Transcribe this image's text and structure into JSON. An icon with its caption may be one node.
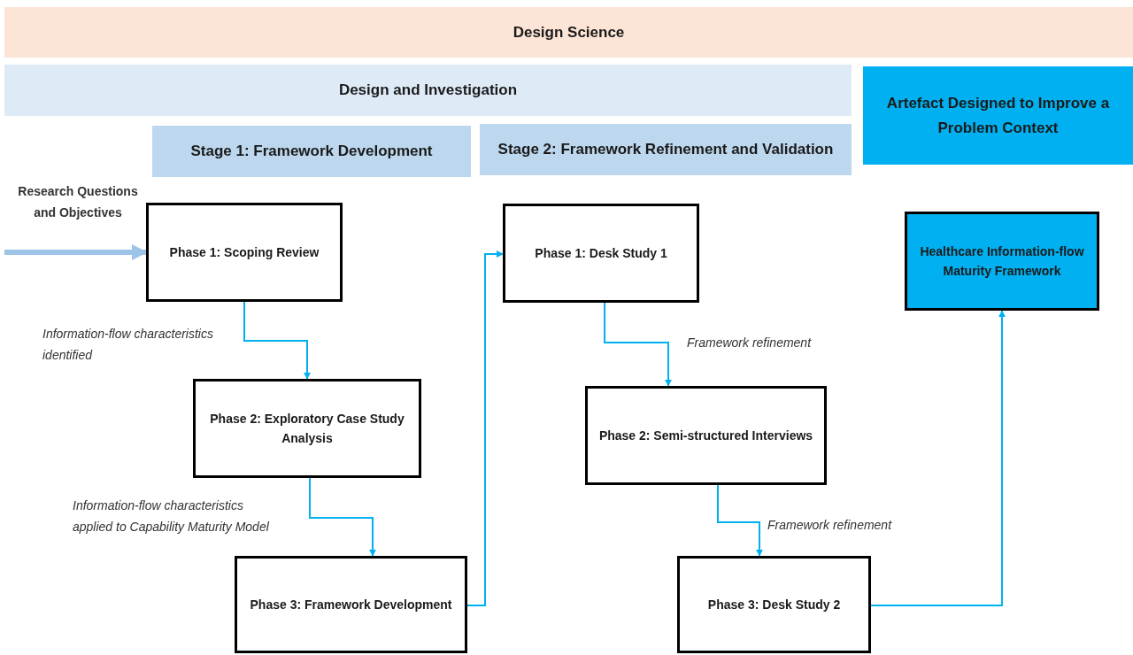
{
  "diagram": {
    "nodes": [
      {
        "text": [
          "Design Science"
        ]
      },
      {
        "text": [
          "Design and Investigation"
        ]
      },
      {
        "text": [
          "Artefact Designed to Improve a Problem Context"
        ]
      },
      {
        "text": [
          "Stage 1: Framework Development"
        ]
      },
      {
        "text": [
          "Stage 2: Framework Refinement and Validation"
        ]
      },
      {
        "text": [
          "Phase 1: Scoping Review"
        ]
      },
      {
        "text": [
          "Phase 2: Exploratory Case Study Analysis"
        ]
      },
      {
        "text": [
          "Phase 3: Framework Development"
        ]
      },
      {
        "text": [
          "Phase 1: Desk Study 1"
        ]
      },
      {
        "text": [
          "Phase 2: Semi-structured Interviews"
        ]
      },
      {
        "text": [
          "Phase 3: Desk Study 2"
        ]
      },
      {
        "text": [
          "Healthcare Information-flow Maturity Framework"
        ]
      }
    ],
    "edges": [
      {
        "from": null,
        "to": 5,
        "arrow": "to",
        "label": "Research Questions and Objectives",
        "style": "thick",
        "color": "#9dc3e6"
      },
      {
        "from": 5,
        "to": 6,
        "arrow": "to",
        "label": "Information-flow characteristics identified"
      },
      {
        "from": 6,
        "to": 7,
        "arrow": "to",
        "label": "Information-flow characteristics applied to Capability Maturity Model"
      },
      {
        "from": 7,
        "to": 8,
        "arrow": "to"
      },
      {
        "from": 8,
        "to": 9,
        "arrow": "to",
        "label": "Framework refinement"
      },
      {
        "from": 9,
        "to": 10,
        "arrow": "to",
        "label": "Framework refinement"
      },
      {
        "from": 10,
        "to": 11,
        "arrow": "to"
      }
    ]
  }
}
